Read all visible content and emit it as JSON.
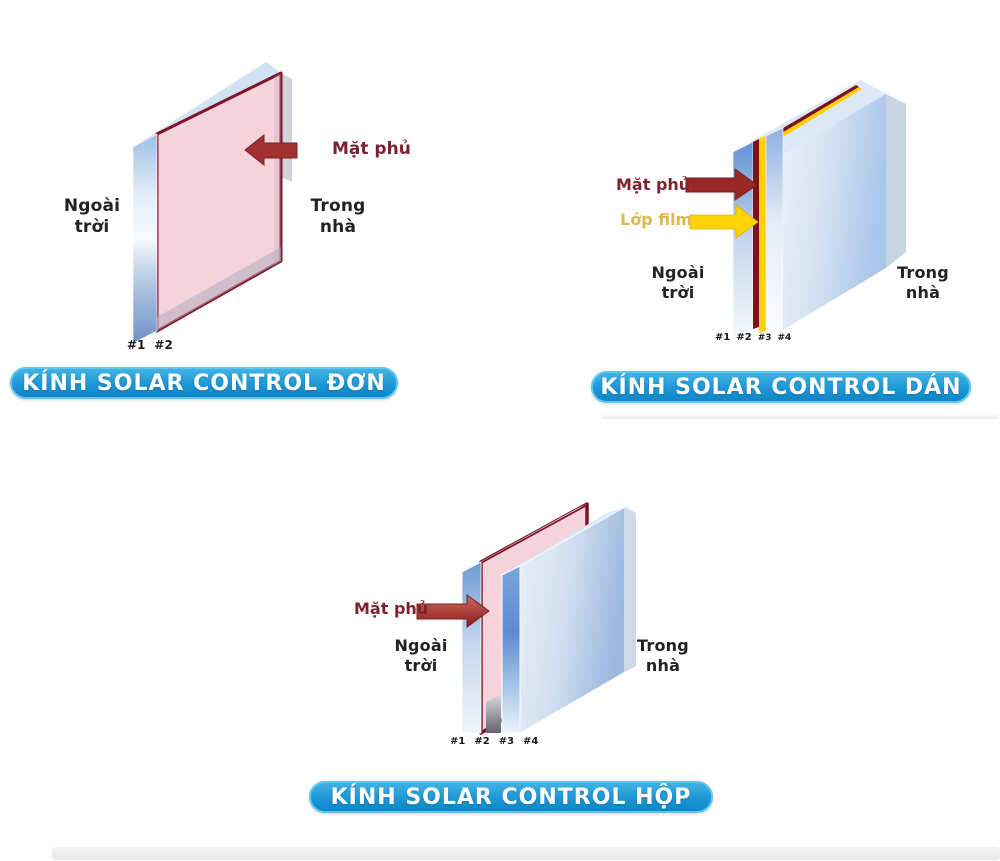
{
  "figure_type": "glass-types-infographic",
  "colors": {
    "background": "#ffffff",
    "banner_blue": "#1d97d5",
    "banner_border_blue": "#5ec5ee",
    "banner_text": "#ffffff",
    "coating_red": "#7e1428",
    "arrow_red": "#a33030",
    "film_yellow": "#ffd103",
    "film_label_yellow": "#dfb94e",
    "glass_pink": "#f5d3db",
    "glass_block_blue": "#b6cdec",
    "glass_edge_blue": "#6d9bd6",
    "spacer_gray": "#6b6b75",
    "label_dark": "#222222"
  },
  "diagrams": [
    {
      "title": "KÍNH SOLAR CONTROL ĐƠN",
      "outside": {
        "line1": "Ngoài",
        "line2": "trời"
      },
      "inside": {
        "line1": "Trong",
        "line2": "nhà"
      },
      "coating_label": "Mặt phủ",
      "surfaces": [
        "#1",
        "#2"
      ]
    },
    {
      "title": "KÍNH SOLAR CONTROL DÁN",
      "outside": {
        "line1": "Ngoài",
        "line2": "trời"
      },
      "inside": {
        "line1": "Trong",
        "line2": "nhà"
      },
      "coating_label": "Mặt phủ",
      "film_label": "Lớp film",
      "surfaces": [
        "#1",
        "#2",
        "#3",
        "#4"
      ]
    },
    {
      "title": "KÍNH SOLAR CONTROL HỘP",
      "outside": {
        "line1": "Ngoài",
        "line2": "trời"
      },
      "inside": {
        "line1": "Trong",
        "line2": "nhà"
      },
      "coating_label": "Mặt phủ",
      "surfaces": [
        "#1",
        "#2",
        "#3",
        "#4"
      ]
    }
  ]
}
